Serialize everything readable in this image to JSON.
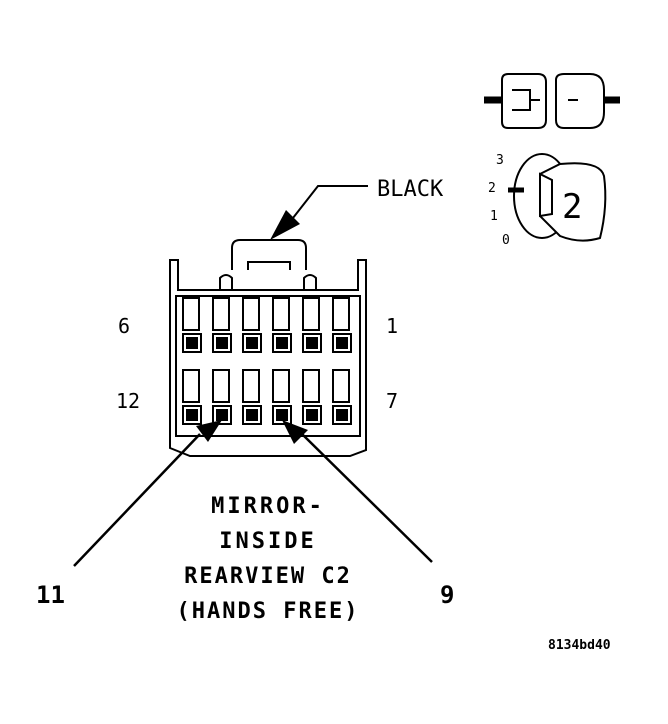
{
  "callout": {
    "color_label": "BLACK"
  },
  "pin_labels": {
    "top_left": "6",
    "top_right": "1",
    "bottom_left": "12",
    "bottom_right": "7"
  },
  "pointers": {
    "left": "11",
    "right": "9"
  },
  "title_lines": [
    "MIRROR-",
    "INSIDE",
    "REARVIEW C2",
    "(HANDS FREE)"
  ],
  "inset": {
    "positions": [
      "3",
      "2",
      "1",
      "0"
    ],
    "badge": "2"
  },
  "figure_id": "8134bd40"
}
